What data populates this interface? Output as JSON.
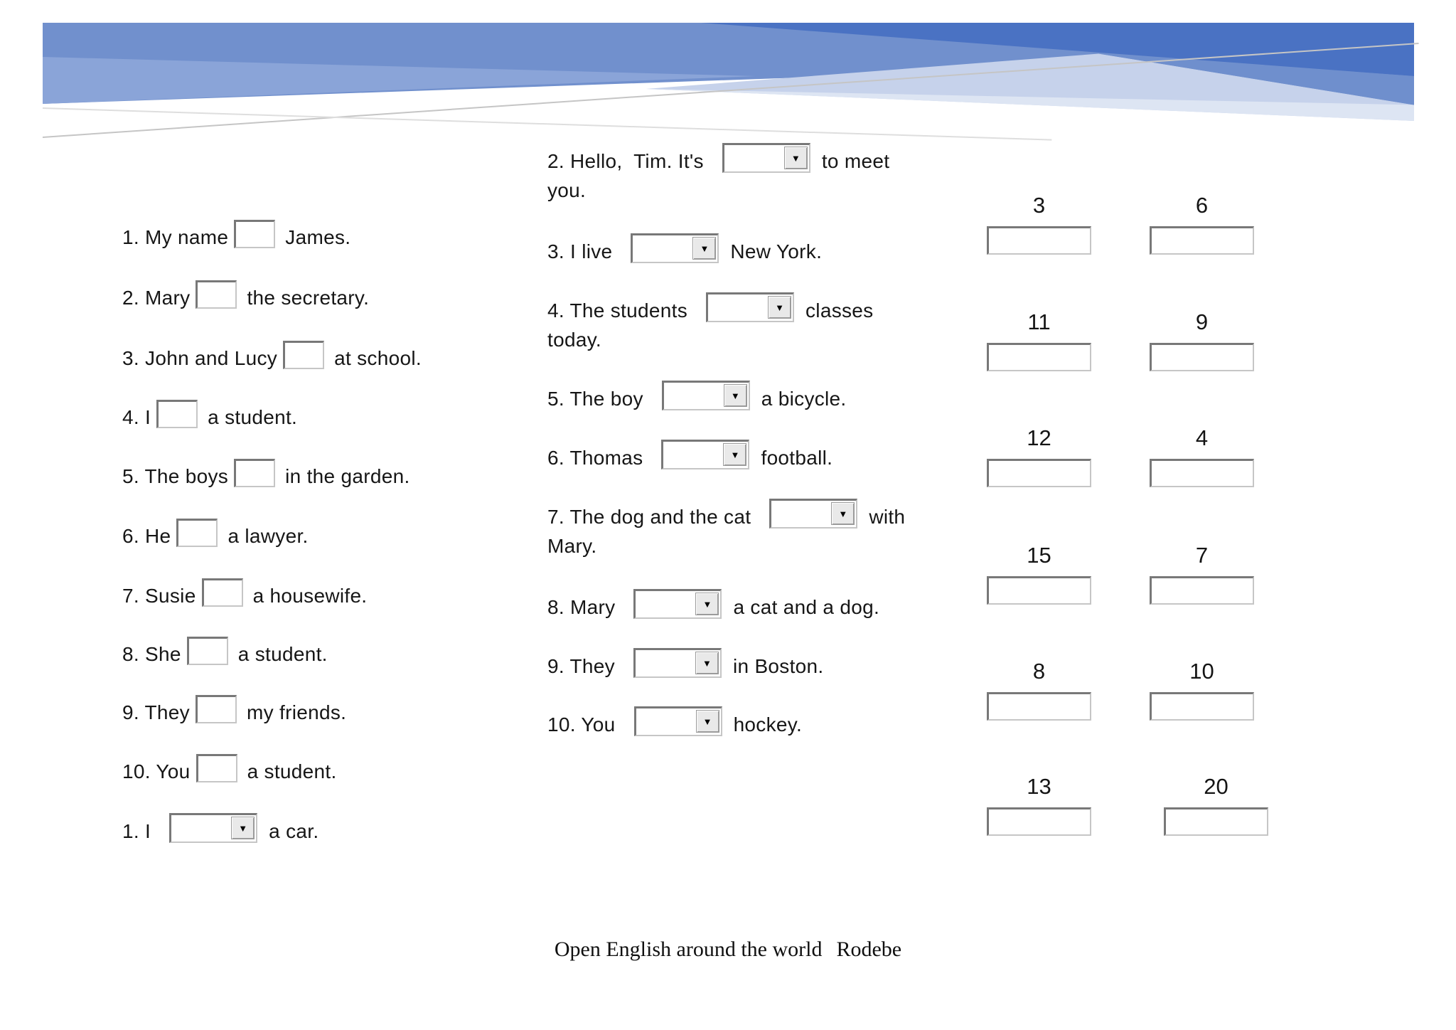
{
  "banner": {
    "colors": {
      "medium_blue": "#7190cd",
      "light_blue": "#8aa4d8",
      "dark_blue": "#4a72c3",
      "pale_blue": "#c6d2eb",
      "palest_blue": "#dde5f3",
      "line_gray": "#c5c5c5"
    }
  },
  "icons": {
    "dropdown_arrow": "▼"
  },
  "fill_in": {
    "items": [
      {
        "pre": "1. My name",
        "post": "James.",
        "value": ""
      },
      {
        "pre": "2. Mary",
        "post": "the secretary.",
        "value": ""
      },
      {
        "pre": "3. John and Lucy",
        "post": "at school.",
        "value": ""
      },
      {
        "pre": "4. I",
        "post": "a student.",
        "value": ""
      },
      {
        "pre": "5. The boys",
        "post": "in the garden.",
        "value": ""
      },
      {
        "pre": "6. He",
        "post": "a lawyer.",
        "value": ""
      },
      {
        "pre": "7. Susie",
        "post": "a housewife.",
        "value": ""
      },
      {
        "pre": "8. She",
        "post": "a student.",
        "value": ""
      },
      {
        "pre": "9. They",
        "post": "my friends.",
        "value": ""
      },
      {
        "pre": "10. You",
        "post": "a student.",
        "value": ""
      }
    ]
  },
  "dropdown_items": [
    {
      "pre": "1. I",
      "post": "a car.",
      "line2": "",
      "selected": ""
    },
    {
      "pre": "2. Hello,  Tim. It's",
      "post": "to meet",
      "line2": "you.",
      "selected": ""
    },
    {
      "pre": "3. I live",
      "post": "New York.",
      "line2": "",
      "selected": ""
    },
    {
      "pre": "4. The students",
      "post": "classes",
      "line2": "today.",
      "selected": ""
    },
    {
      "pre": "5. The boy",
      "post": "a bicycle.",
      "line2": "",
      "selected": ""
    },
    {
      "pre": "6. Thomas",
      "post": "football.",
      "line2": "",
      "selected": ""
    },
    {
      "pre": "7. The dog and the cat",
      "post": "with",
      "line2": "Mary.",
      "selected": ""
    },
    {
      "pre": "8. Mary",
      "post": "a cat and a dog.",
      "line2": "",
      "selected": ""
    },
    {
      "pre": "9. They",
      "post": "in Boston.",
      "line2": "",
      "selected": ""
    },
    {
      "pre": "10. You",
      "post": "hockey.",
      "line2": "",
      "selected": ""
    }
  ],
  "answers": [
    {
      "label": "3",
      "value": ""
    },
    {
      "label": "6",
      "value": ""
    },
    {
      "label": "11",
      "value": ""
    },
    {
      "label": "9",
      "value": ""
    },
    {
      "label": "12",
      "value": ""
    },
    {
      "label": "4",
      "value": ""
    },
    {
      "label": "15",
      "value": ""
    },
    {
      "label": "7",
      "value": ""
    },
    {
      "label": "8",
      "value": ""
    },
    {
      "label": "10",
      "value": ""
    },
    {
      "label": "13",
      "value": ""
    },
    {
      "label": "20",
      "value": ""
    }
  ],
  "footer": {
    "title": "Open English around the world",
    "brand": "Rodebe"
  }
}
